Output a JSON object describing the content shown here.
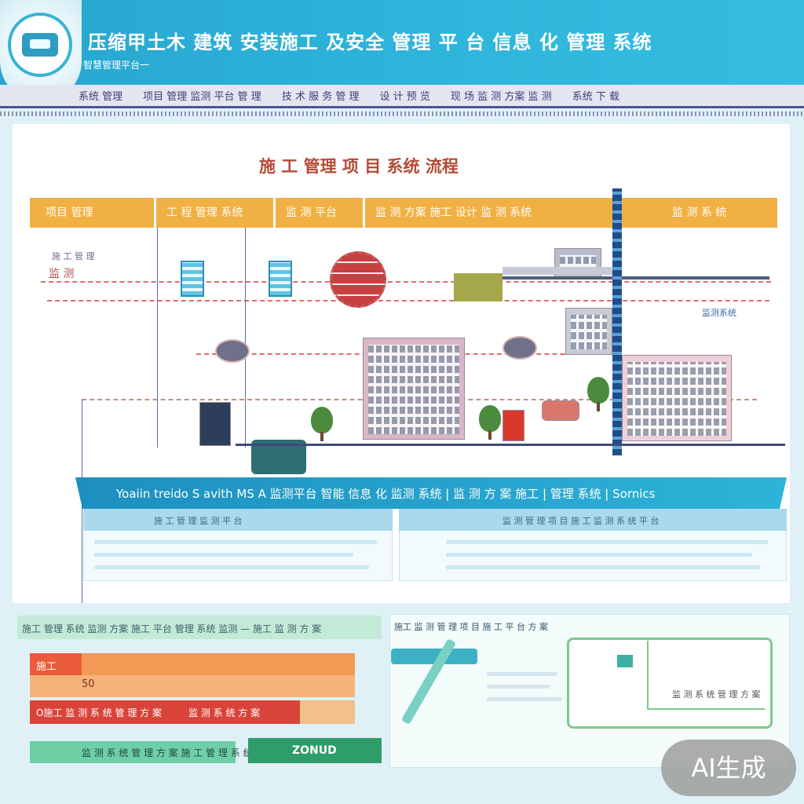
{
  "header": {
    "title": "压缩甲土木 建筑 安装施工 及安全 管理 平 台 信息 化 管理 系统",
    "subtitle": "智慧管理平台一"
  },
  "nav": {
    "items": [
      "系统 管理",
      "项目 管理 监测 平台 管 理",
      "技 术 服 务 管 理",
      "设 计 预 览",
      "现 场 监 测 方案 监 测",
      "系统 下 载"
    ]
  },
  "main": {
    "title": "施 工 管理  项 目  系统 流程",
    "orange_bar": {
      "cells": [
        "项目 管理",
        "工 程 管理 系统",
        "监 测 平台",
        "监 测 方案 施工 设计  监 测 系统",
        "监 测 系 统"
      ]
    },
    "left_labels": [
      "施 工 管 理",
      "监 测"
    ],
    "right_label": "监测系统",
    "ribbon": "Yoaiin treido S avith MS A 监测平台 智能 信息 化 监测 系统 | 监 测 方 案 施工 | 管理 系统 | Sornics"
  },
  "panels": {
    "left_title": "施 工 管 理 监 测 平 台",
    "right_title": "监 测 管 理 项 目 施 工 监 测 系 统 平 台"
  },
  "bottom_left": {
    "header": "施工 管理 系统 监测 方案 施工 平台 管理 系统 监测 — 施工 监 测 方 案",
    "bars": [
      {
        "label": "施工",
        "color": "#e95b3a"
      },
      {
        "label": "50",
        "color": "#f29a55"
      },
      {
        "label": "O施工 监 测 系 统 管 理 方 案",
        "color": "#d9443a"
      },
      {
        "label": "监 测 系 统 方 案",
        "color": "#d9443a"
      }
    ],
    "footer_left": "监 测 系 统 管 理 方 案 施 工 管 理 系 统",
    "footer_right": "ZONUD"
  },
  "bottom_right": {
    "header": "施工 监 测 管 理 项 目 施 工 平 台 方 案",
    "frame_label": "监 测 系 统 管 理 方 案"
  },
  "badge": "AI生成",
  "colors": {
    "header_blue": "#2fb6dc",
    "orange": "#f1b043",
    "ribbon_blue": "#1d8fbf",
    "green": "#2d9d6a",
    "red": "#d9443a"
  }
}
